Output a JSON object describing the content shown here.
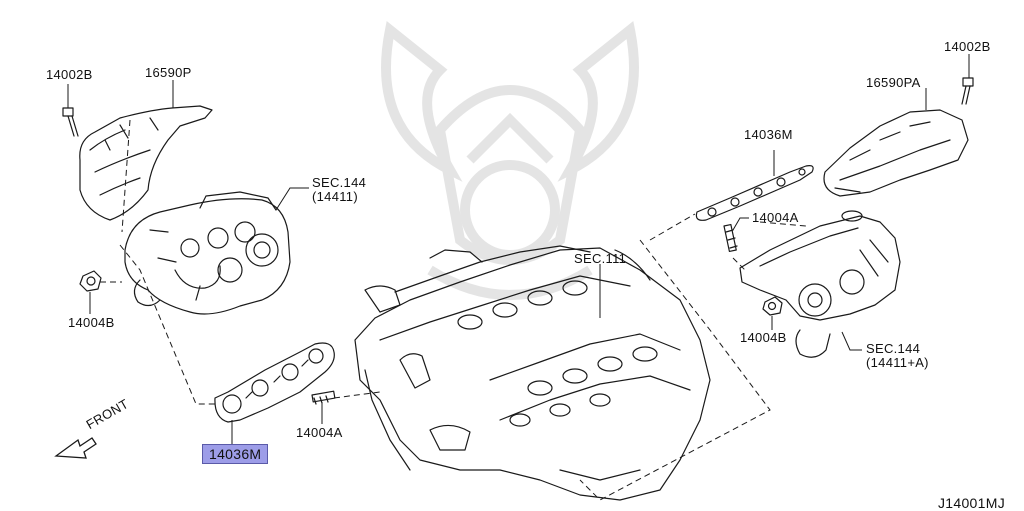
{
  "diagram": {
    "watermark_icon": "samurai-helmet-logo",
    "part_labels": {
      "p14002B_left": "14002B",
      "p16590P": "16590P",
      "sec144_left": "SEC.144",
      "sec144_left_ref": "(14411)",
      "p14004B_left": "14004B",
      "p14036M_left": "14036M",
      "p14004A_left": "14004A",
      "sec111": "SEC.111",
      "p14036M_right": "14036M",
      "p14004A_right": "14004A",
      "p14002B_right": "14002B",
      "p16590PA": "16590PA",
      "p14004B_right": "14004B",
      "sec144_right": "SEC.144",
      "sec144_right_ref": "(14411+A)"
    },
    "direction_label": "FRONT",
    "figure_id": "J14001MJ",
    "highlight_color": "#9d9de8"
  }
}
